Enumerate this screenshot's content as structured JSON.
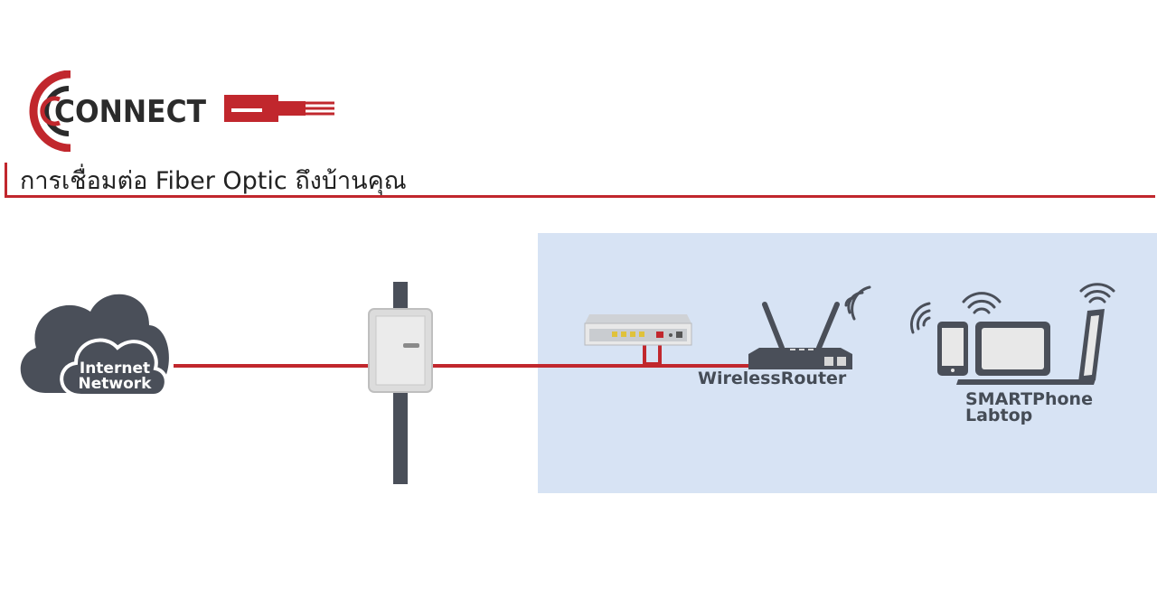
{
  "brand": {
    "logo_text": "CONNECT",
    "colors": {
      "primary": "#c1272d",
      "dark": "#2b2b2b"
    }
  },
  "header": {
    "title": "การเชื่อมต่อ Fiber Optic ถึงบ้านคุณ"
  },
  "diagram": {
    "nodes": {
      "cloud": {
        "line1": "Internet",
        "line2": "Network",
        "icon": "cloud-icon"
      },
      "splice_box": {
        "icon": "pole-splice-box-icon"
      },
      "ont": {
        "icon": "ont-modem-icon"
      },
      "router": {
        "label": "WirelessRouter",
        "icon": "wireless-router-icon"
      },
      "devices": {
        "line1": "SMARTPhone",
        "line2": "Labtop",
        "icons": [
          "smartphone-icon",
          "tablet-icon",
          "laptop-icon"
        ]
      }
    },
    "colors": {
      "fiber_line": "#c1272d",
      "home_area": "#d7e3f4",
      "device_dark": "#4a4f59",
      "device_light": "#e8e8e8"
    }
  }
}
